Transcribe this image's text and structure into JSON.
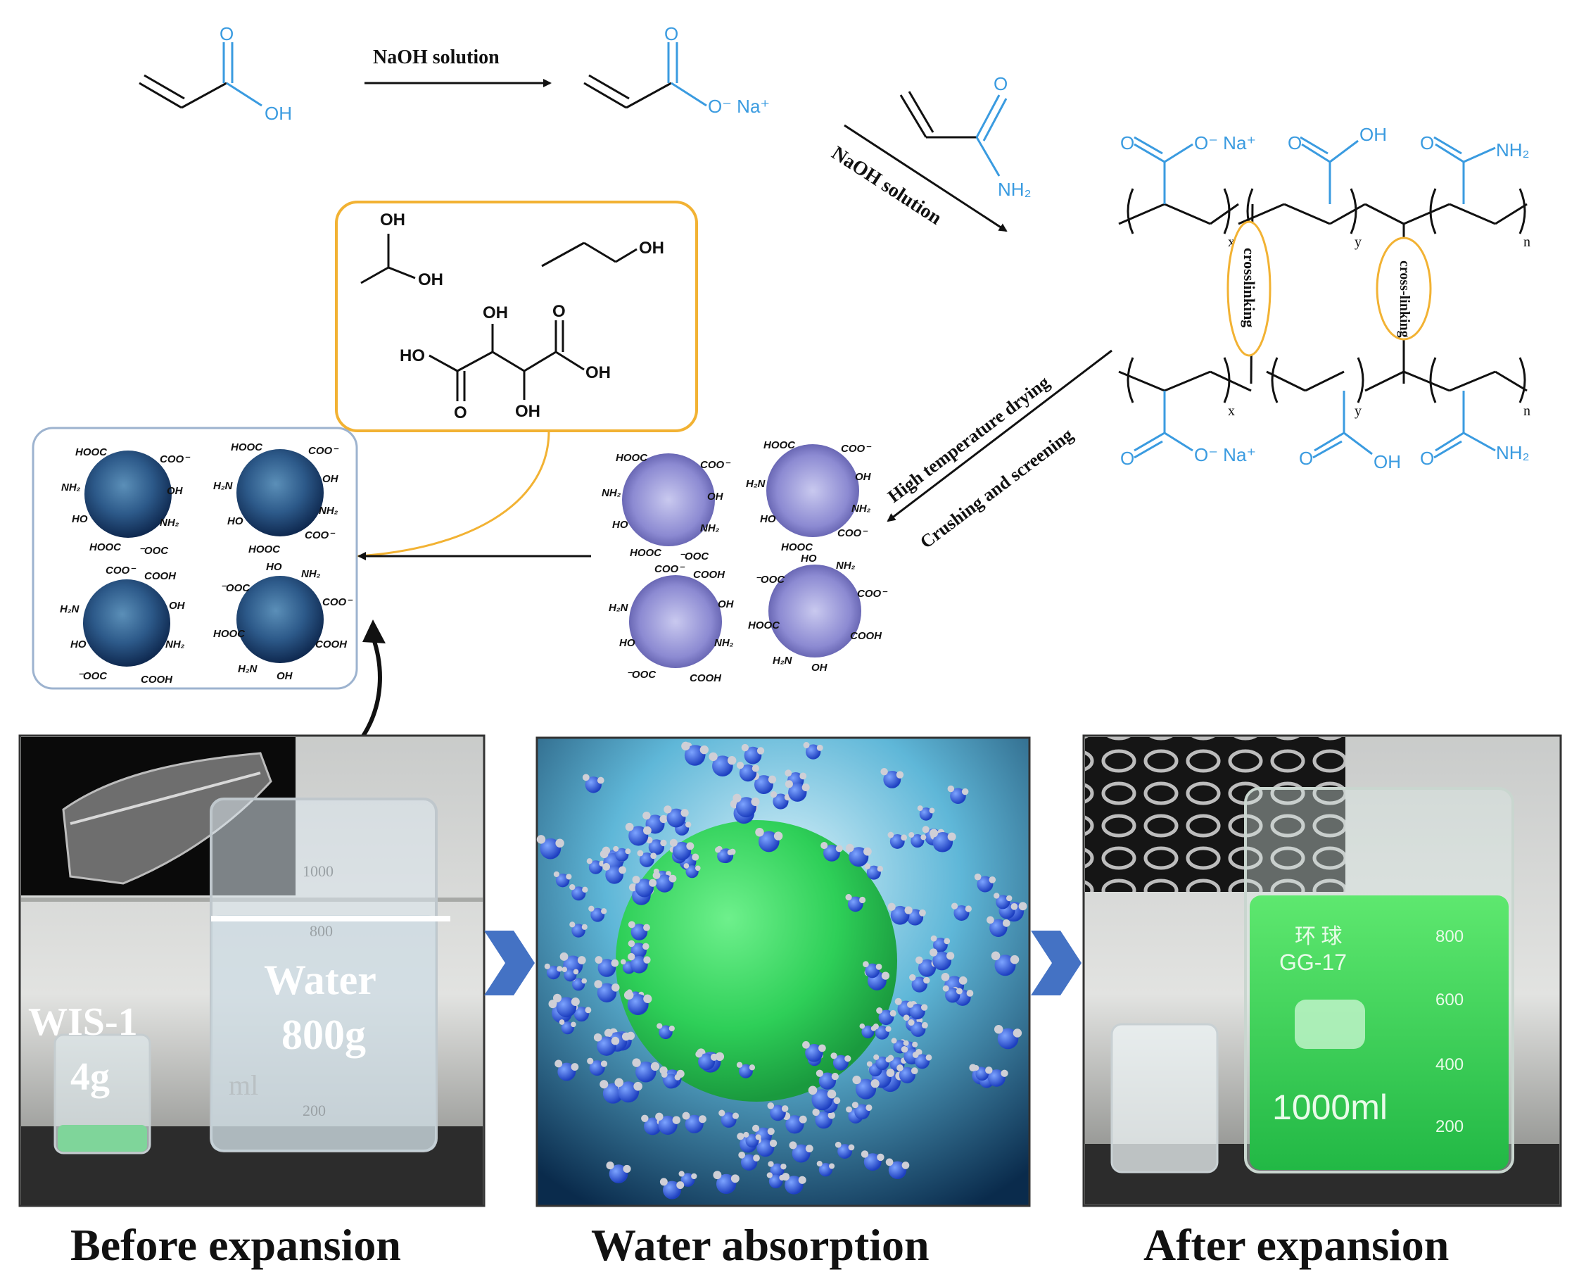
{
  "reaction": {
    "step1_reagent": "NaOH solution",
    "step2_reagent": "NaOH solution",
    "step3_drying": "High temperature drying",
    "step3_crushing": "Crushing and screening",
    "acrylic_acid_oh": "OH",
    "acrylic_acid_o": "O",
    "sodium_acrylate_o": "O",
    "sodium_acrylate_ona": "O⁻ Na⁺",
    "acrylamide_o": "O",
    "acrylamide_nh2": "NH₂"
  },
  "crosslinker_box": {
    "ethylidene_oh1": "OH",
    "ethylidene_oh2": "OH",
    "propanol_oh": "OH",
    "tartaric_ho_left": "HO",
    "tartaric_oh_right": "OH",
    "tartaric_oh_top": "OH",
    "tartaric_oh_bottom": "OH",
    "tartaric_o_top": "O",
    "tartaric_o_bottom": "O"
  },
  "polymer": {
    "top_coona": "O⁻ Na⁺",
    "top_cooh": "OH",
    "top_conh2": "NH₂",
    "bottom_coona": "O⁻ Na⁺",
    "bottom_cooh": "OH",
    "bottom_conh2": "NH₂",
    "sub_x": "x",
    "sub_y": "y",
    "sub_n": "n",
    "crosslink_label_1": "crosslinking",
    "crosslink_label_2": "cross-linking"
  },
  "particle_groups": {
    "hooc": "HOOC",
    "coo": "COO⁻",
    "nh2": "NH₂",
    "h2n": "H₂N",
    "oh": "OH",
    "ho": "HO",
    "cooh": "COOH",
    "ooc": "⁻OOC"
  },
  "photos": {
    "before_sample_label": "WIS-1",
    "before_sample_mass": "4g",
    "before_water_label": "Water",
    "before_water_mass": "800g",
    "beaker_mark_1000": "1000",
    "beaker_mark_800": "800",
    "beaker_mark_200": "200",
    "beaker_ml": "ml",
    "after_mark_800": "800",
    "after_mark_600": "600",
    "after_mark_400": "400",
    "after_mark_200": "200",
    "after_beaker_brand": "环 球",
    "after_beaker_gg": "GG-17",
    "after_beaker_volume": "1000ml"
  },
  "captions": {
    "before": "Before expansion",
    "middle": "Water absorption",
    "after": "After expansion"
  },
  "colors": {
    "chem_blue": "#3a9be0",
    "box_orange": "#f2b233",
    "box_blue": "#9db3cf",
    "arrow_blue": "#4472c4",
    "gel_green": "#2fd15a",
    "water_blue": "#2a5ae0"
  }
}
